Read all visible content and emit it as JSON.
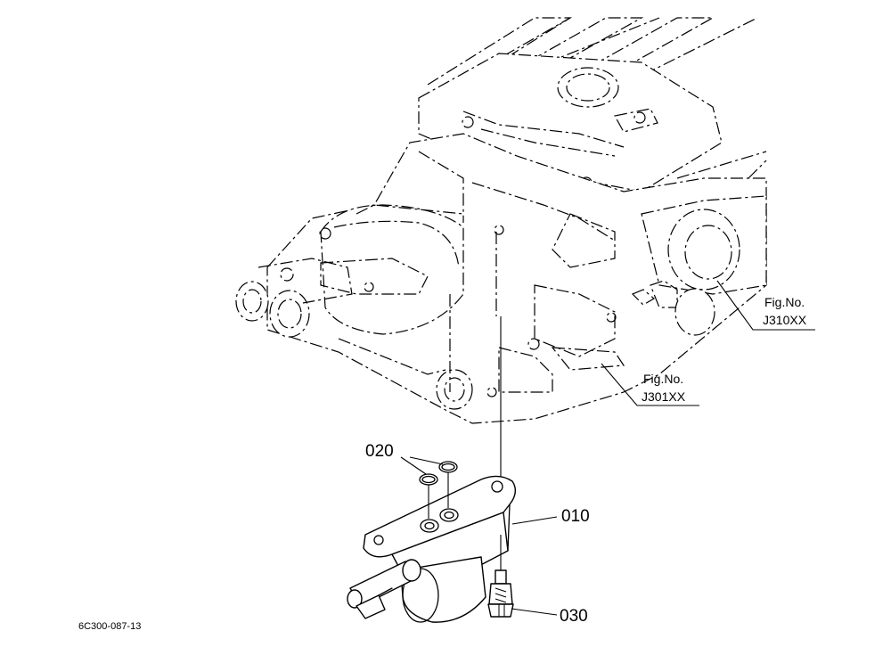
{
  "callouts": {
    "fig_a_label": "Fig.No.",
    "fig_a_number": "J310XX",
    "fig_b_label": "Fig.No.",
    "fig_b_number": "J301XX",
    "part_020": "020",
    "part_010": "010",
    "part_030": "030"
  },
  "drawing_code": "6C300-087-13"
}
